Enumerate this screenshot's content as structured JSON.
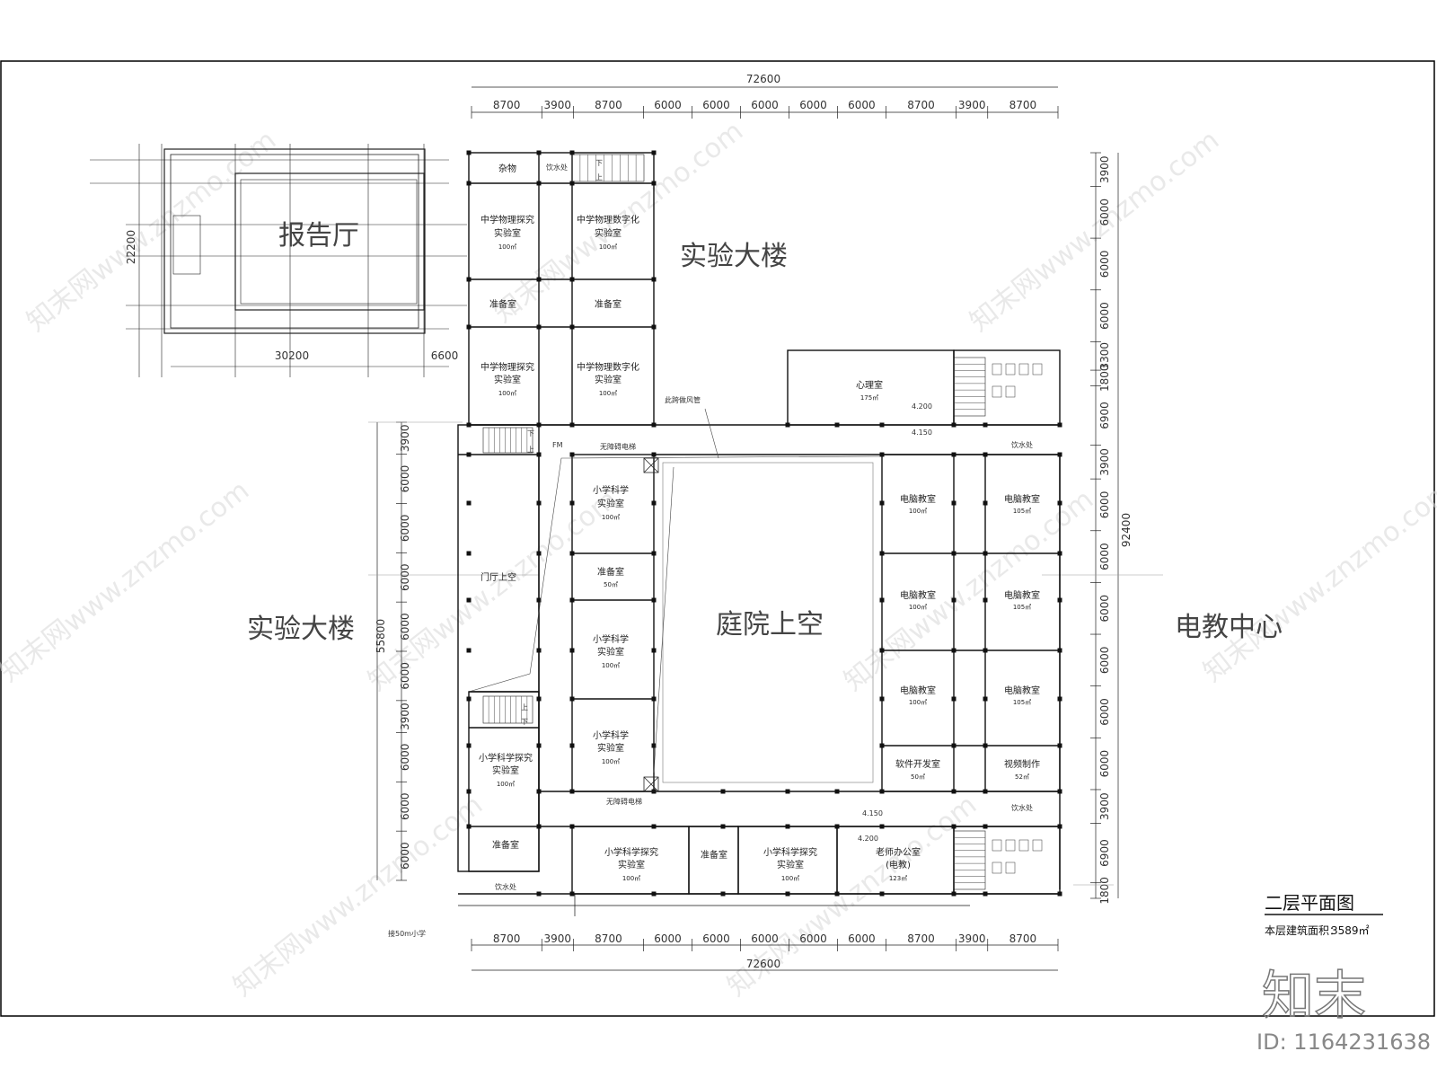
{
  "building_labels": {
    "hall": "报告厅",
    "lab_north": "实验大楼",
    "lab_west": "实验大楼",
    "courtyard": "庭院上空",
    "media": "电教中心"
  },
  "rooms": {
    "misc": "杂物",
    "water_top": "饮水处",
    "phys_explore_1": "中学物理探究",
    "phys_explore_1b": "实验室",
    "phys_explore_1a": "100㎡",
    "phys_digital_1": "中学物理数字化",
    "phys_digital_1b": "实验室",
    "phys_digital_1a": "100㎡",
    "prep_1": "准备室",
    "prep_2": "准备室",
    "phys_explore_2": "中学物理探究",
    "phys_explore_2b": "实验室",
    "phys_explore_2a": "100㎡",
    "phys_digital_2": "中学物理数字化",
    "phys_digital_2b": "实验室",
    "phys_digital_2a": "100㎡",
    "psych": "心理室",
    "psych_a": "175㎡",
    "sci_1": "小学科学",
    "sci_1b": "实验室",
    "sci_1a": "100㎡",
    "prep_3": "准备室",
    "prep_3a": "50㎡",
    "sci_2": "小学科学",
    "sci_2b": "实验室",
    "sci_2a": "100㎡",
    "sci_3": "小学科学",
    "sci_3b": "实验室",
    "sci_3a": "100㎡",
    "lobby_void": "门厅上空",
    "sci_explore_w": "小学科学探究",
    "sci_explore_wb": "实验室",
    "sci_explore_wa": "100㎡",
    "prep_w": "准备室",
    "water_w": "饮水处",
    "comp_1": "电脑教室",
    "comp_1a": "100㎡",
    "comp_2": "电脑教室",
    "comp_2a": "105㎡",
    "comp_3": "电脑教室",
    "comp_3a": "100㎡",
    "comp_4": "电脑教室",
    "comp_4a": "105㎡",
    "comp_5": "电脑教室",
    "comp_5a": "100㎡",
    "comp_6": "电脑教室",
    "comp_6a": "105㎡",
    "software": "软件开发室",
    "software_a": "50㎡",
    "video": "视频制作",
    "video_a": "52㎡",
    "water_e1": "饮水处",
    "water_e2": "饮水处",
    "sci_explore_s1": "小学科学探究",
    "sci_explore_s1b": "实验室",
    "sci_explore_s1a": "100㎡",
    "prep_s": "准备室",
    "sci_explore_s2": "小学科学探究",
    "sci_explore_s2b": "实验室",
    "sci_explore_s2a": "100㎡",
    "office": "老师办公室",
    "office_b": "(电教)",
    "office_a": "123㎡",
    "elev_1": "无障碍电梯",
    "elev_2": "无障碍电梯",
    "corridor_note": "此跨做风管",
    "level_1": "4.200",
    "level_2": "4.150",
    "level_3": "4.150",
    "level_4": "4.200",
    "fm": "FM",
    "connector": "接50m小学",
    "up": "上",
    "down": "下"
  },
  "dimensions": {
    "top_total": "72600",
    "top_segments": [
      "8700",
      "3900",
      "8700",
      "6000",
      "6000",
      "6000",
      "6000",
      "6000",
      "8700",
      "3900",
      "8700"
    ],
    "bottom_total": "72600",
    "bottom_segments": [
      "8700",
      "3900",
      "8700",
      "6000",
      "6000",
      "6000",
      "6000",
      "6000",
      "8700",
      "3900",
      "8700"
    ],
    "right_total": "92400",
    "right_segments": [
      "3900",
      "6000",
      "6000",
      "6000",
      "3300",
      "1800",
      "6900",
      "3900",
      "6000",
      "6000",
      "6000",
      "6000",
      "6000",
      "6000",
      "3900",
      "6900",
      "1800"
    ],
    "left_total": "55800",
    "left_segments": [
      "3900",
      "6000",
      "6000",
      "6000",
      "6000",
      "6000",
      "3900",
      "6000",
      "6000",
      "6000"
    ],
    "hall_width": "30200",
    "hall_extra": "6600",
    "hall_depth": "22200"
  },
  "title_block": {
    "title": "二层平面图",
    "area_label": "本层建筑面积：",
    "area_value": "3589㎡"
  },
  "watermark": {
    "text": "知末网www.znzmo.com",
    "logo": "知末",
    "id": "ID: 1164231638"
  }
}
